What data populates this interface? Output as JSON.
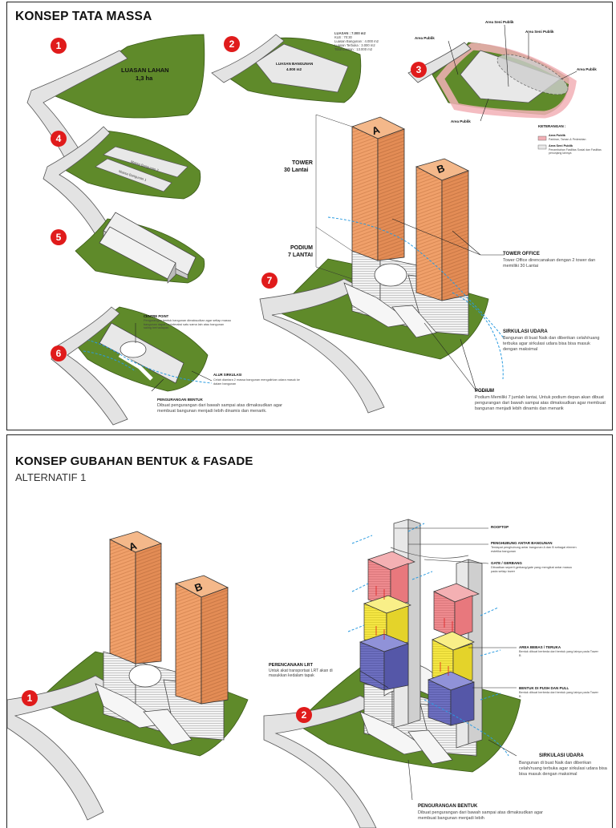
{
  "sheet1": {
    "title": "KONSEP TATA MASSA",
    "steps": [
      "1",
      "2",
      "3",
      "4",
      "5",
      "6",
      "7"
    ],
    "step1": {
      "luasan_lahan": "LUASAN LAHAN",
      "area": "1,3 ha"
    },
    "step2": {
      "label": "LUASAN BANGUNAN",
      "area": "4.000 m2",
      "info": [
        "LUASAN : 7.000 m2",
        "KLB : 70:30",
        "Luasan Bangunan : 4.000 m2",
        "Luasan Terbuka : 3.000 m2",
        "Total Luasan : 13.000 m2"
      ]
    },
    "step3": {
      "area_seni_publik_1": "Area Seni Publik",
      "area_seni_publik_2": "Area Seni Publik",
      "area_publik_left": "Area Publik",
      "area_publik_right": "Area Publik",
      "area_publik_bottom": "Area Publik",
      "keterangan": "KETERANGAN :",
      "legend": [
        {
          "name": "Area Publik",
          "desc": "Parkiran, Taman & Pedestrian",
          "color": "#f2b0b6"
        },
        {
          "name": "Area Seni Publik",
          "desc": "Penambahan Fasilitas Sosial dan Fasilitas penunjang lainnya",
          "color": "#e8e8e8"
        }
      ]
    },
    "step4": {
      "massa1": "Massa Bangunan 1",
      "massa2": "Massa Bangunan 2"
    },
    "step6": {
      "centre_point_title": "CENTRE POINT",
      "centre_point_desc": "Pengurangan bentuk bangunan dimaksudkan agar setiap massa bangunan dapat berinteraksi satu sama lain atau bangunan saling berhadapan.",
      "alur_title": "ALUR SIRKULASI",
      "alur_desc": "Celah diantara 2 massa bangunan mengalirkan udara masuk ke dalam bangunan",
      "pengurangan_title": "PENGURANGAN BENTUK",
      "pengurangan_desc": "Dibuat pengurangan dari bawah sampai atas dimaksudkan agar membuat bangunan menjadi lebih dinamis dan menarik."
    },
    "step7": {
      "tower_label": "TOWER",
      "tower_floors": "30 Lantai",
      "podium_label": "PODIUM",
      "podium_floors": "7 LANTAI",
      "tower_a": "A",
      "tower_b": "B",
      "tower_office_title": "TOWER OFFICE",
      "tower_office_desc": "Tower Office direncanakan dengan 2 tower dan memiliki 30 Lantai",
      "sirkulasi_title": "SIRKULASI UDARA",
      "sirkulasi_desc": "Bangunan di buat Naik dan diberikan celah/ruang terbuka agar sirkulasi udara bisa bisa masuk dengan maksimal",
      "podium_title": "PODIUM",
      "podium_desc": "Podium Memiliki 7 jumlah lantai, Untuk podium depan akan dibuat pengurangan dari bawah sampai atas dimaksudkan agar membuat bangunan menjadi lebih dinamis dan menarik"
    }
  },
  "sheet2": {
    "title": "KONSEP GUBAHAN BENTUK & FASADE",
    "subtitle": "ALTERNATIF 1",
    "steps": [
      "1",
      "2"
    ],
    "tower_a": "A",
    "tower_b": "B",
    "rooftop": "ROOFTOP",
    "penghubung_title": "PENGHUBUNG ANTAR BANGUNAN",
    "penghubung_desc": "Terdapat penghubung antar bangunan A dan B sebagai elemen estetika bangunan",
    "gate_title": "GATE / GERBANG",
    "gate_desc": "Dibuatkan seperti gerbang/gate yang mengikat antar massa pada setiap tower",
    "area_bebas_title": "AREA BEBAS / TERUKA",
    "area_bebas_desc": "Bentuk dibuat berbeda dari bentuk yang lainya pada Tower B",
    "bentuk_push_title": "BENTUK DI PUSH DAN PULL",
    "bentuk_push_desc": "Bentuk dibuat berbeda dari bentuk yang lainya pada Tower B",
    "lrt_title": "PERENCANAAN LRT",
    "lrt_desc": "Untuk akat transportasi LRT akan di masukkan kedalam tapak",
    "sirkulasi_title": "SIRKULASI UDARA",
    "sirkulasi_desc": "Bangunan di buat Naik dan diberikan celah/ruang terbuka agar sirkulasi udara bisa bisa masuk dengan maksimal",
    "pengurangan_title": "PENGURANGAN BENTUK",
    "pengurangan_desc": "Dibuat pengurangan dari bawah sampai atas dimaksudkan agar membuat bangunan menjadi lebih"
  },
  "colors": {
    "grass": "#5f8a2a",
    "tower": "#f0a06a",
    "road": "#e3e3e3",
    "badge": "#e01b1b",
    "blue": "#6d6fc0",
    "yellow": "#f5e643",
    "pink": "#ee8a8e",
    "wind": "#2a9be0"
  }
}
